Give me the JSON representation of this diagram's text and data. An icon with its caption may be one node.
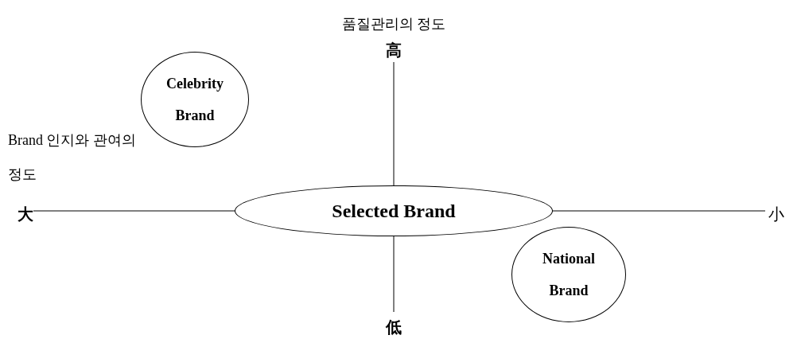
{
  "diagram": {
    "nodes": [
      {
        "text": [
          "Celebrity Brand"
        ]
      },
      {
        "text": [
          "Selected Brand"
        ]
      },
      {
        "text": [
          "National Brand"
        ]
      }
    ],
    "labels": [
      "품질관리의 정도",
      "高",
      "Brand 인지와 관여의 정도",
      "大",
      "小",
      "低"
    ]
  }
}
